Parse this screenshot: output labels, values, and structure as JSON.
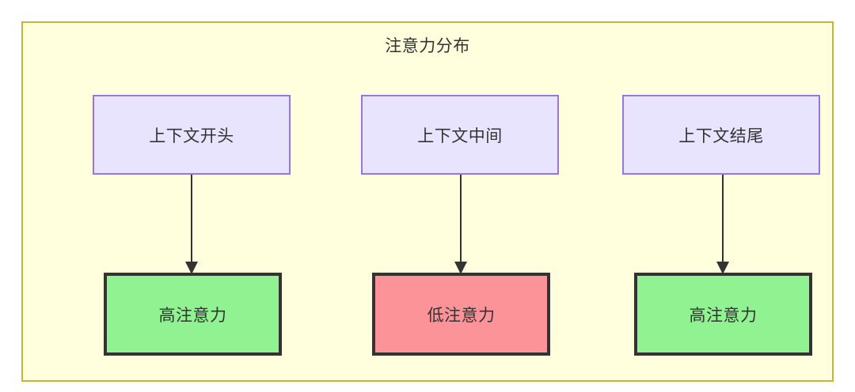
{
  "diagram": {
    "title": "注意力分布",
    "type": "flowchart",
    "colors": {
      "container_fill": "#ffffde",
      "container_border": "#bfb83d",
      "context_fill": "#e8e4fd",
      "context_border": "#9a74df",
      "high_attention_fill": "#90f290",
      "low_attention_fill": "#fb9399",
      "node_border_dark": "#333333",
      "text": "#333333",
      "arrow": "#333333"
    },
    "columns": [
      {
        "context_label": "上下文开头",
        "attention_label": "高注意力",
        "attention_level": "high"
      },
      {
        "context_label": "上下文中间",
        "attention_label": "低注意力",
        "attention_level": "low"
      },
      {
        "context_label": "上下文结尾",
        "attention_label": "高注意力",
        "attention_level": "high"
      }
    ]
  }
}
